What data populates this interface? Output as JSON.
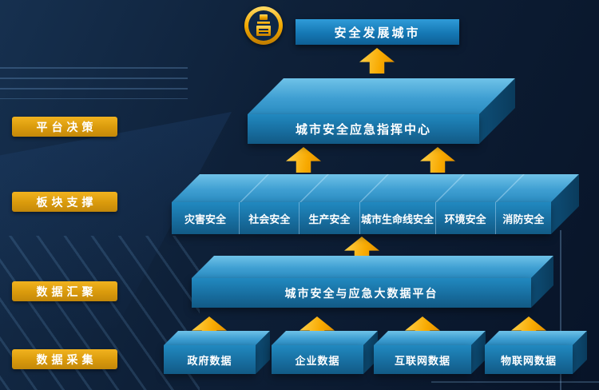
{
  "colors": {
    "background": "#0e2038",
    "accent_gold": "#f2a900",
    "box_blue": "#1878ad",
    "box_blue_top": "#46a8d8",
    "title_blue": "#1b86c8"
  },
  "icons": {
    "emblem": "city-emblem-icon",
    "arrow": "arrow-up-icon"
  },
  "header": {
    "title": "安全发展城市"
  },
  "levels": {
    "decision": {
      "side_label": "平台决策",
      "box_label": "城市安全应急指挥中心"
    },
    "support": {
      "side_label": "板块支撑",
      "modules": [
        "灾害安全",
        "社会安全",
        "生产安全",
        "城市生命线安全",
        "环境安全",
        "消防安全"
      ]
    },
    "aggregation": {
      "side_label": "数据汇聚",
      "box_label": "城市安全与应急大数据平台"
    },
    "collection": {
      "side_label": "数据采集",
      "sources": [
        "政府数据",
        "企业数据",
        "互联网数据",
        "物联网数据"
      ]
    }
  }
}
